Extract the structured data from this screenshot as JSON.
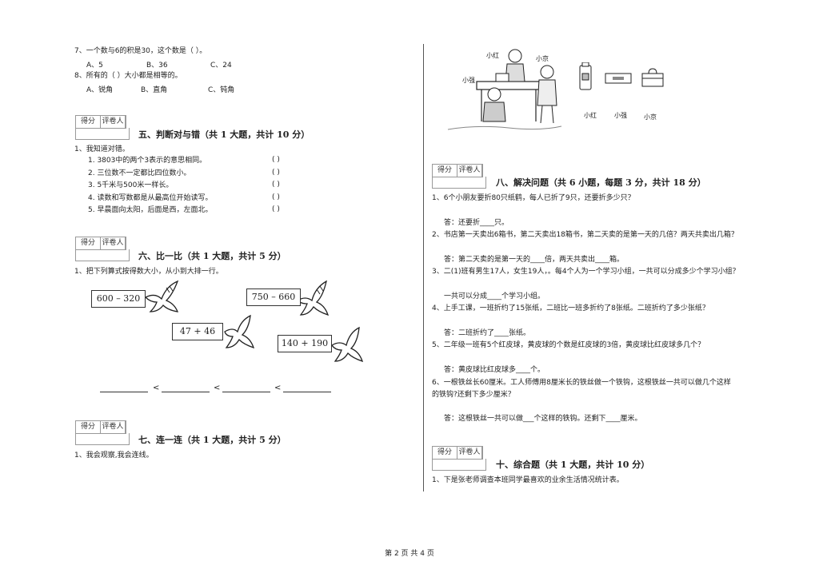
{
  "left": {
    "q7": {
      "text": "7、一个数与6的积是30，这个数是（    ）。",
      "options": [
        "A、5",
        "B、36",
        "C、24"
      ]
    },
    "q8": {
      "text": "8、所有的（    ）大小都是相等的。",
      "options": [
        "A、锐角",
        "B、直角",
        "C、钝角"
      ]
    },
    "score_labels": [
      "得分",
      "评卷人"
    ],
    "sec5": {
      "title": "五、判断对与错（共 1 大题，共计 10 分）",
      "intro": "1、我知道对错。",
      "items": [
        "1. 3803中的两个3表示的意思相同。",
        "2. 三位数不一定都比四位数小。",
        "3. 5千米与500米一样长。",
        "4. 读数和写数都是从最高位开始读写。",
        "5. 早晨面向太阳，后面是西，左面北。"
      ],
      "paren": "(      )"
    },
    "sec6": {
      "title": "六、比一比（共 1 大题，共计 5 分）",
      "intro": "1、把下列算式按得数大小，从小到大排一行。",
      "exprs": [
        "600 – 320",
        "750 – 660",
        "47 + 46",
        "140 + 190"
      ],
      "lt": "<"
    },
    "sec7": {
      "title": "七、连一连（共 1 大题，共计 5 分）",
      "intro": "1、我会观察,我会连线。"
    }
  },
  "right": {
    "figure_labels": {
      "a": "小红",
      "b": "小京",
      "c": "小强",
      "d": "小红",
      "e": "小强",
      "f": "小京"
    },
    "sec8": {
      "title": "八、解决问题（共 6 小题，每题 3 分，共计 18 分）",
      "q1": "1、6个小朋友要折80只纸鹤，每人已折了9只，还要折多少只？",
      "a1": "答：还要折____只。",
      "q2": "2、书店第一天卖出6箱书，第二天卖出18箱书，第二天卖的是第一天的几倍？两天共卖出几箱？",
      "a2": "答：第二天卖的是第一天的____倍，两天共卖出____箱。",
      "q3": "3、二(1)班有男生17人，女生19人，。每4个人为一个学习小组，一共可以分成多少个学习小组？",
      "a3": "一共可以分成____个学习小组。",
      "q4": "4、上手工课，一班折约了15张纸，二班比一班多折约了8张纸。二班折约了多少张纸？",
      "a4": "答：二班折约了____张纸。",
      "q5": "5、二年级一班有5个红皮球，黄皮球的个数是红皮球的3倍，黄皮球比红皮球多几个？",
      "a5": "答：黄皮球比红皮球多____个。",
      "q6a": "6、一根铁丝长60厘米。工人师傅用8厘米长的铁丝做一个铁钩，这根铁丝一共可以做几个这样",
      "q6b": "的铁钩?还剩下多少厘米？",
      "a6": "答：这根铁丝一共可以做___个这样的铁钩。还剩下____厘米。"
    },
    "sec10": {
      "title": "十、综合题（共 1 大题，共计 10 分）",
      "intro": "1、下是张老师调查本班同学最喜欢的业余生活情况统计表。"
    }
  },
  "footer": "第 2 页 共 4 页"
}
